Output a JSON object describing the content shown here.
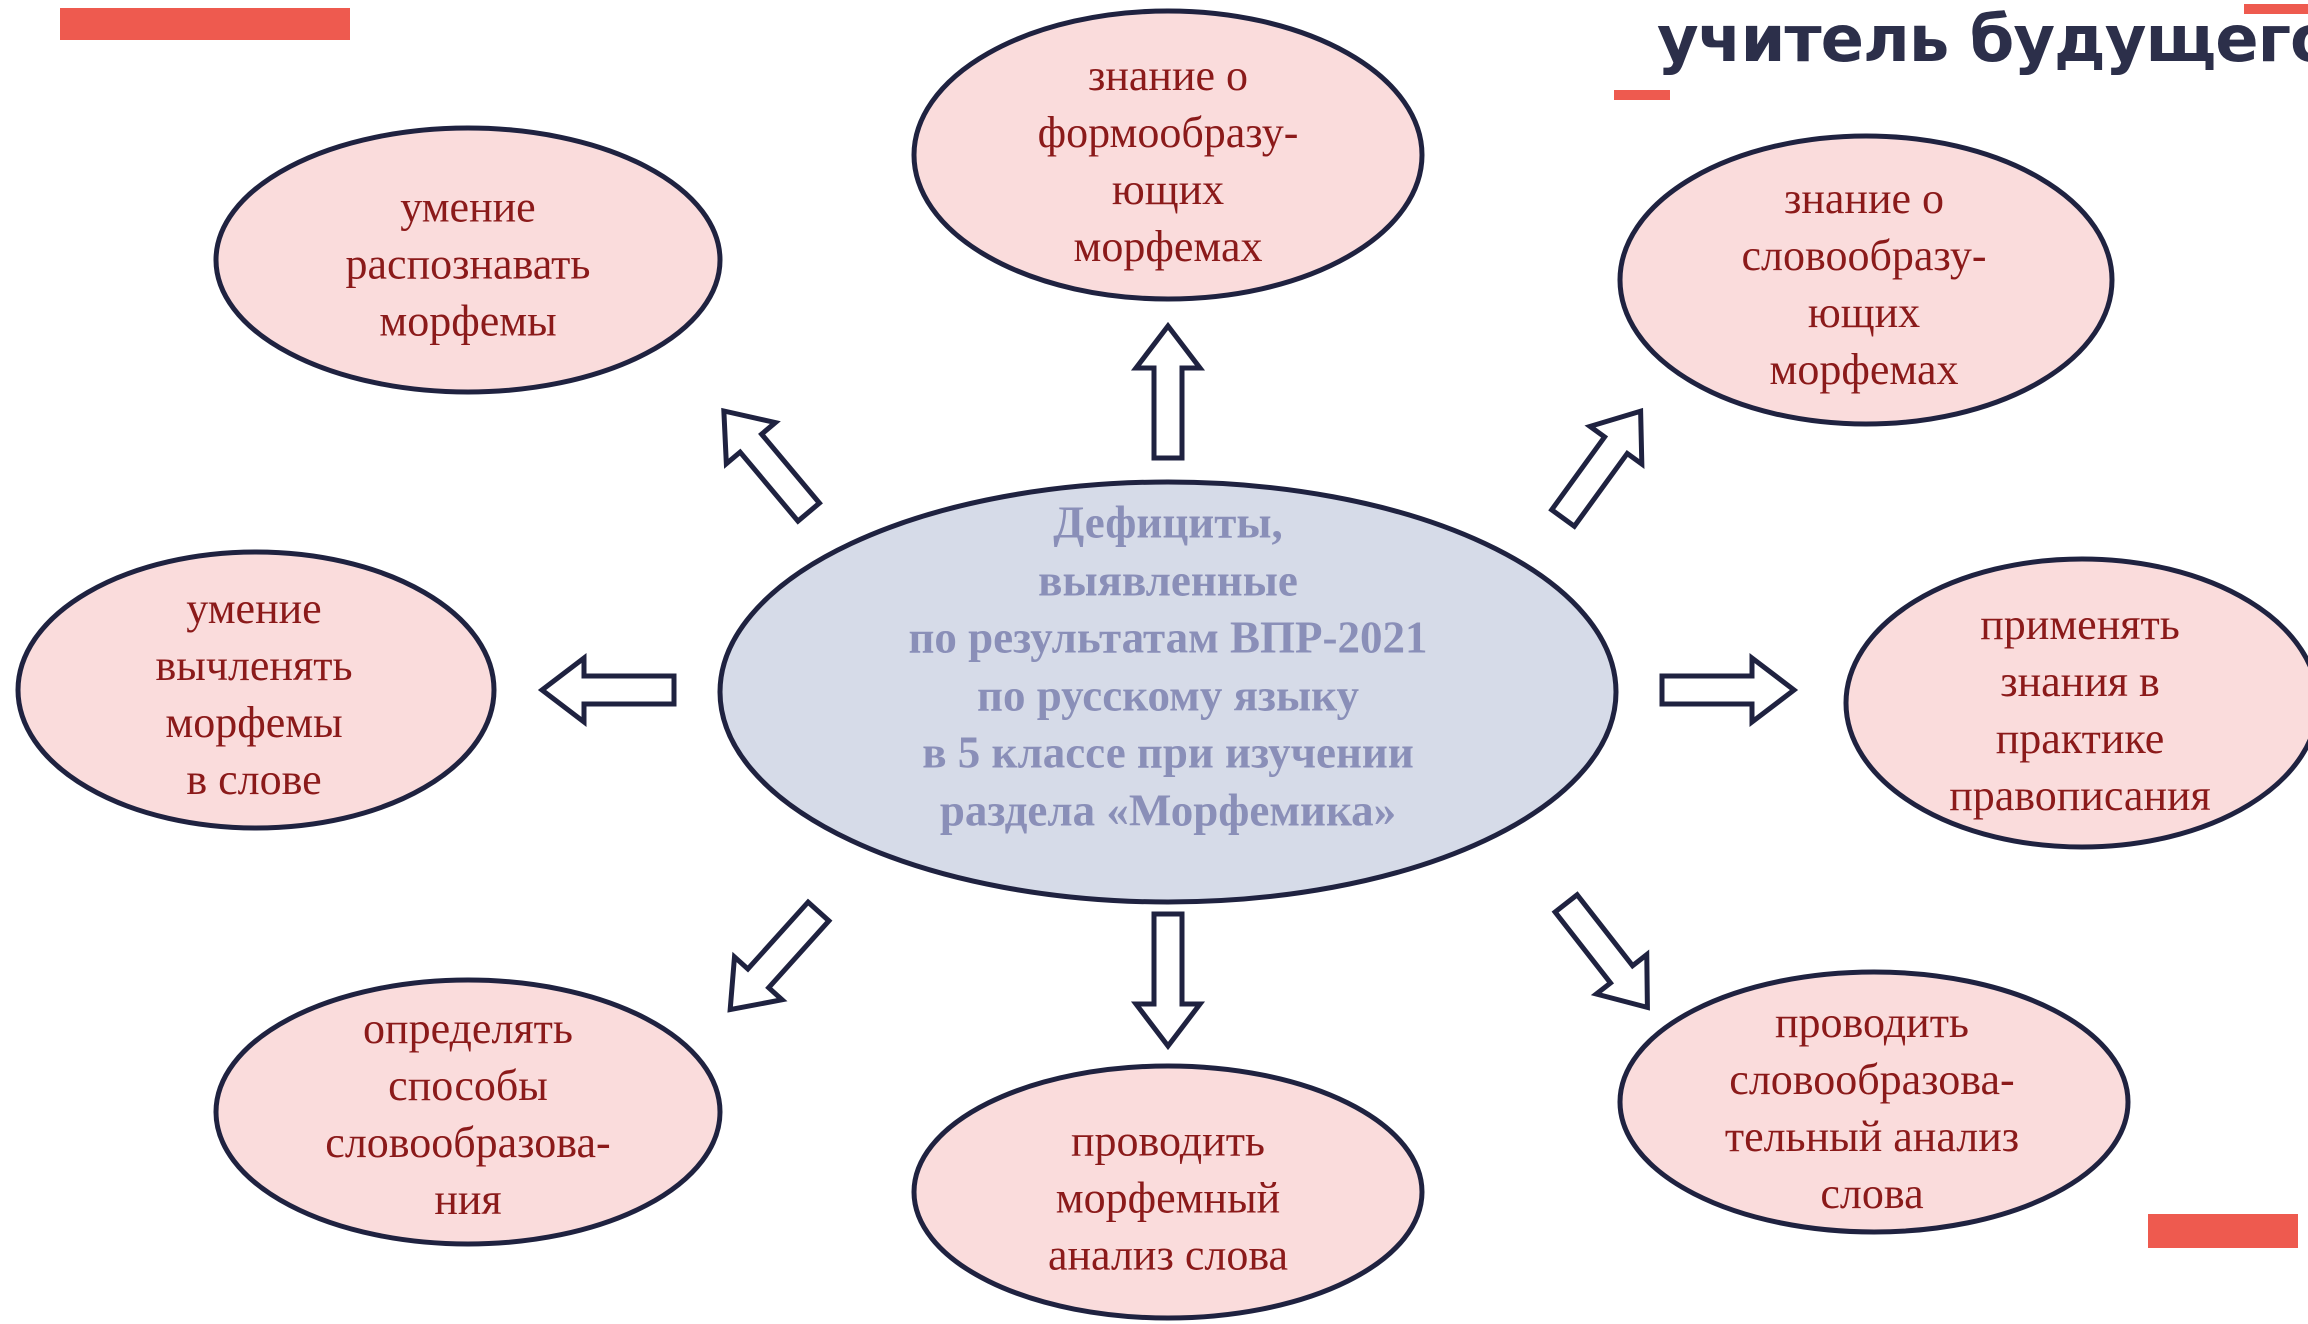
{
  "brand": {
    "logo_text": "учитель будущего"
  },
  "center": {
    "lines": [
      "Дефициты,",
      "выявленные",
      "по результатам ВПР-2021",
      "по русскому языку",
      "в 5 классе при изучении",
      "раздела «Морфемика»"
    ]
  },
  "nodes": {
    "top": [
      "знание о",
      "формообразу-",
      "ющих",
      "морфемах"
    ],
    "top_left": [
      "умение",
      "распознавать",
      "морфемы"
    ],
    "top_right": [
      "знание о",
      "словообразу-",
      "ющих",
      "морфемах"
    ],
    "left": [
      "умение",
      "вычленять",
      "морфемы",
      "в слове"
    ],
    "right": [
      "применять",
      "знания в",
      "практике",
      "правописания"
    ],
    "bottom_left": [
      "определять",
      "способы",
      "словообразова-",
      "ния"
    ],
    "bottom": [
      "проводить",
      "морфемный",
      "анализ слова"
    ],
    "bottom_right": [
      "проводить",
      "словообразова-",
      "тельный анализ",
      "слова"
    ]
  },
  "colors": {
    "accent_red": "#ee5a4f",
    "node_fill": "#fadcdc",
    "node_text": "#8b1a1a",
    "center_fill": "#d6dbe8",
    "center_text": "#8a8fb8",
    "outline": "#1f2240",
    "brand_text": "#2c2f4a"
  }
}
